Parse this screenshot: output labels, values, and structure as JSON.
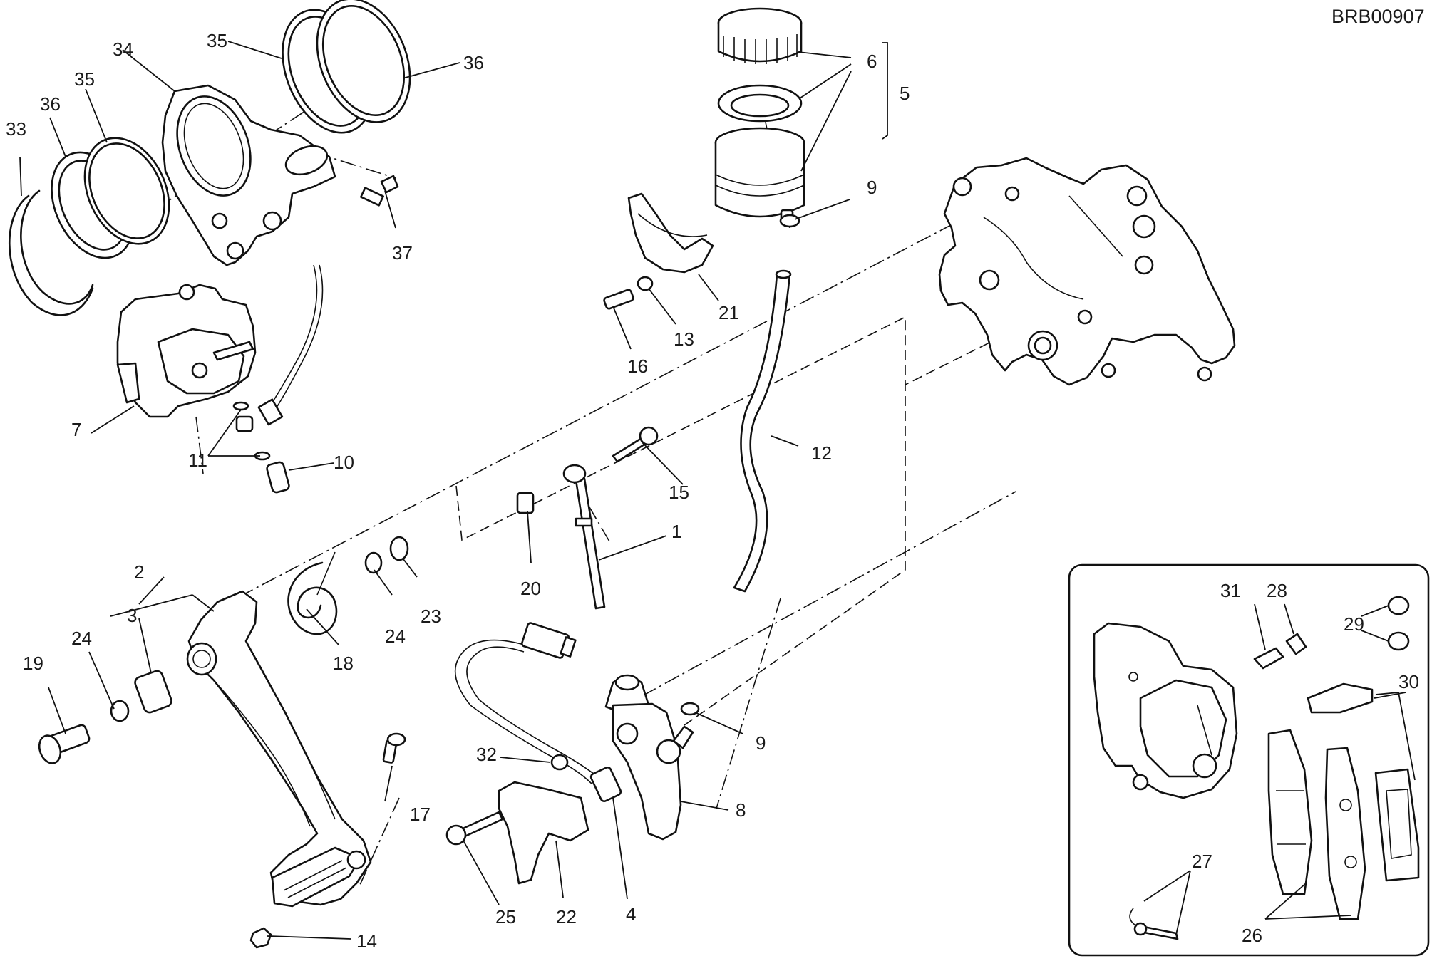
{
  "diagram": {
    "code": "BRB00907",
    "labels": {
      "l1": "1",
      "l2": "2",
      "l3": "3",
      "l4": "4",
      "l5": "5",
      "l6": "6",
      "l7": "7",
      "l8": "8",
      "l9a": "9",
      "l9b": "9",
      "l10": "10",
      "l11": "11",
      "l12": "12",
      "l13": "13",
      "l14": "14",
      "l15": "15",
      "l16": "16",
      "l17": "17",
      "l18": "18",
      "l19": "19",
      "l20": "20",
      "l21": "21",
      "l22": "22",
      "l23": "23",
      "l24a": "24",
      "l24b": "24",
      "l25": "25",
      "l26": "26",
      "l27": "27",
      "l28": "28",
      "l29": "29",
      "l30": "30",
      "l31": "31",
      "l32": "32",
      "l33": "33",
      "l34": "34",
      "l35a": "35",
      "l35b": "35",
      "l36a": "36",
      "l36b": "36",
      "l37": "37"
    }
  }
}
